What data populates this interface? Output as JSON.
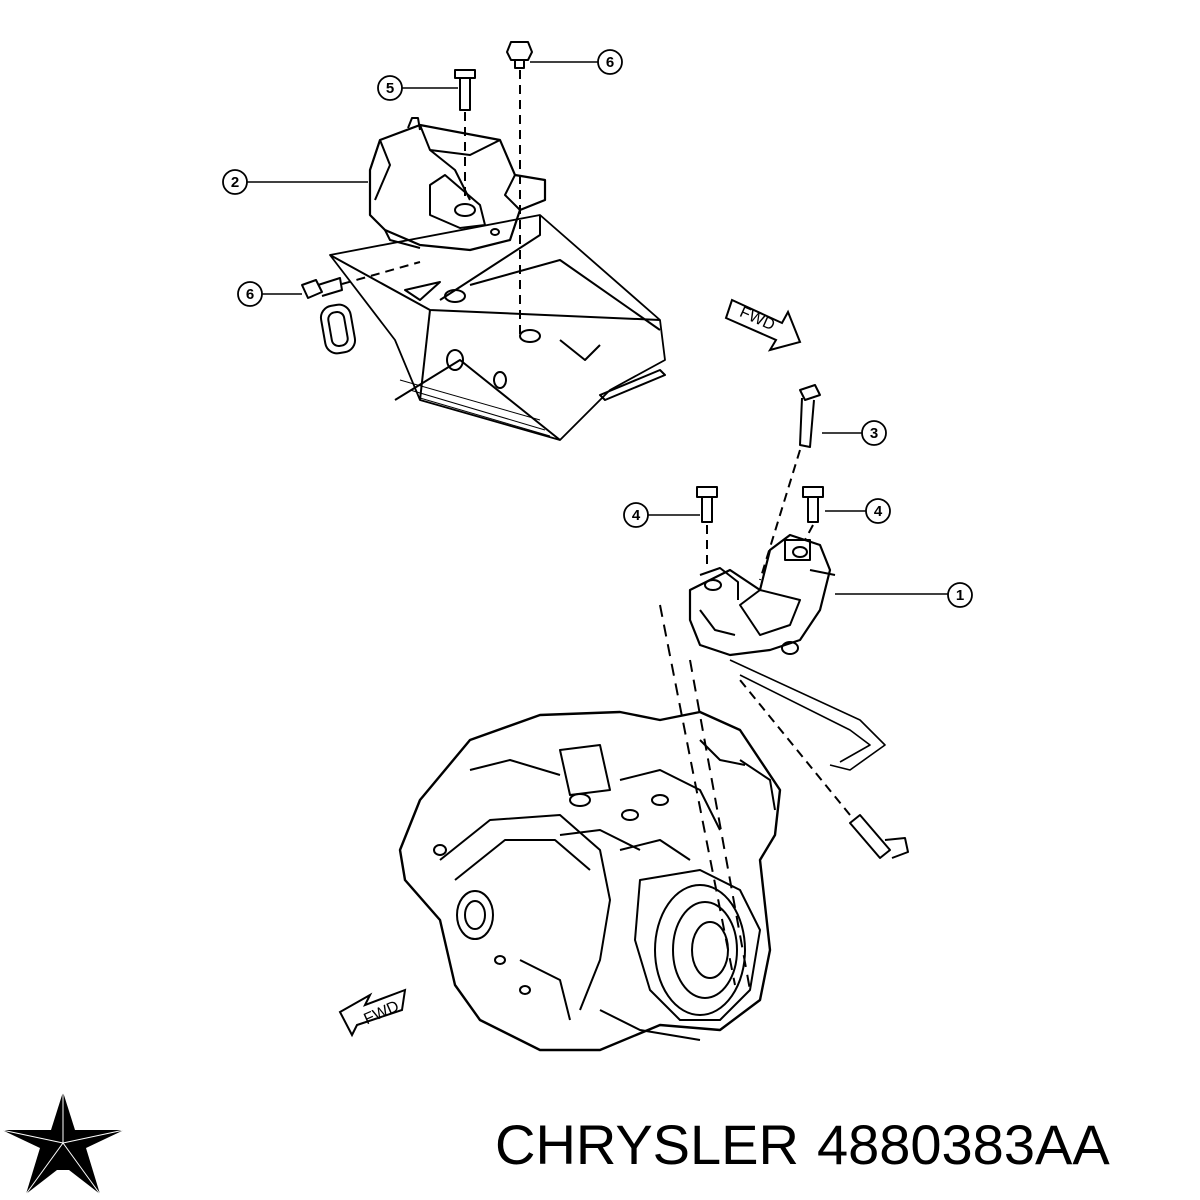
{
  "callouts": [
    "1",
    "2",
    "3",
    "4",
    "4",
    "5",
    "6",
    "6"
  ],
  "fwd_labels": [
    "FWD",
    "FWD"
  ],
  "caption": {
    "brand": "CHRYSLER",
    "part_number": "4880383AA"
  },
  "logo": {
    "icon": "chrysler-pentastar-icon",
    "color": "#000000"
  },
  "colors": {
    "line": "#000000",
    "background": "#ffffff"
  }
}
